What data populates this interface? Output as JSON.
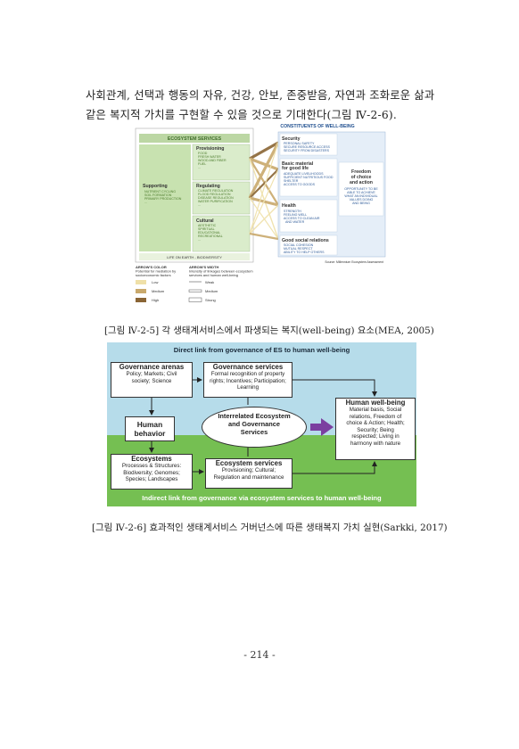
{
  "paragraph": "사회관계, 선택과 행동의 자유, 건강, 안보, 존중받음, 자연과 조화로운 삶과 같은 복지적 가치를 구현할 수 있을 것으로 기대한다(그림 Ⅳ-2-6).",
  "figure1": {
    "title": "CONSTITUENTS OF WELL-BEING",
    "es_title": "ECOSYSTEM SERVICES",
    "supporting": {
      "title": "Supporting",
      "items": [
        "NUTRIENT CYCLING",
        "SOIL FORMATION",
        "PRIMARY PRODUCTION",
        "..."
      ]
    },
    "provisioning": {
      "title": "Provisioning",
      "items": [
        "FOOD",
        "FRESH WATER",
        "WOOD AND FIBER",
        "FUEL",
        "..."
      ]
    },
    "regulating": {
      "title": "Regulating",
      "items": [
        "CLIMATE REGULATION",
        "FLOOD REGULATION",
        "DISEASE REGULATION",
        "WATER PURIFICATION",
        "..."
      ]
    },
    "cultural": {
      "title": "Cultural",
      "items": [
        "AESTHETIC",
        "SPIRITUAL",
        "EDUCATIONAL",
        "RECREATIONAL",
        "..."
      ]
    },
    "life_on_earth": "LIFE ON EARTH - BIODIVERSITY",
    "security": {
      "title": "Security",
      "items": [
        "PERSONAL SAFETY",
        "SECURE RESOURCE ACCESS",
        "SECURITY FROM DISASTERS"
      ]
    },
    "basic_material": {
      "title1": "Basic material",
      "title2": "for good life",
      "items": [
        "ADEQUATE LIVELIHOODS",
        "SUFFICIENT NUTRITIOUS FOOD",
        "SHELTER",
        "ACCESS TO GOODS"
      ]
    },
    "health": {
      "title": "Health",
      "items": [
        "STRENGTH",
        "FEELING WELL",
        "ACCESS TO CLEAN AIR",
        "AND WATER"
      ]
    },
    "social": {
      "title": "Good social relations",
      "items": [
        "SOCIAL COHESION",
        "MUTUAL RESPECT",
        "ABILITY TO HELP OTHERS"
      ]
    },
    "freedom": {
      "title": [
        "Freedom",
        "of choice",
        "and action"
      ],
      "text": [
        "OPPORTUNITY TO BE",
        "ABLE TO ACHIEVE",
        "WHAT AN INDIVIDUAL",
        "VALUES DOING",
        "AND BEING"
      ]
    },
    "source": "Source: Millennium Ecosystem Assessment",
    "legend": {
      "color_title": "ARROW'S COLOR",
      "color_desc": [
        "Potential for mediation by",
        "socioeconomic factors"
      ],
      "width_title": "ARROW'S WIDTH",
      "width_desc": [
        "Intensity of linkages between ecosystem",
        "services and human well-being"
      ],
      "color_levels": [
        "Low",
        "Medium",
        "High"
      ],
      "width_levels": [
        "Weak",
        "Medium",
        "Strong"
      ],
      "colors": [
        "#efe0a8",
        "#c9a96c",
        "#8a6535"
      ]
    }
  },
  "caption1": "[그림 Ⅳ-2-5] 각 생태계서비스에서 파생되는 복지(well-being) 요소(MEA, 2005)",
  "figure2": {
    "top_band": "Direct link from governance of ES to human well-being",
    "bottom_band": "Indirect link from governance via ecosystem services to human well-being",
    "governance_arenas": {
      "title": "Governance arenas",
      "lines": [
        "Policy; Markets; Civil",
        "society; Science"
      ]
    },
    "governance_services": {
      "title": "Governance services",
      "lines": [
        "Formal recognition of property",
        "rights; Incentives; Participation;",
        "Learning"
      ]
    },
    "human_behavior": {
      "lines": [
        "Human",
        "behavior"
      ]
    },
    "interrelated": {
      "lines": [
        "Interrelated Ecosystem",
        "and Governance",
        "Services"
      ]
    },
    "ecosystems": {
      "title": "Ecosystems",
      "lines": [
        "Processes & Structures:",
        "Biodiversity; Genomes;",
        "Species; Landscapes"
      ]
    },
    "ecosystem_services": {
      "title": "Ecosystem services",
      "lines": [
        "Provisioning; Cultural;",
        "Regulation and maintenance"
      ]
    },
    "human_wellbeing": {
      "title": "Human well-being",
      "lines": [
        "Material basis, Social",
        "relations, Freedom of",
        "choice & Action; Health;",
        "Security; Being",
        "respected; Living in",
        "harmony with nature"
      ]
    },
    "arrow_color": "#7b3fa0"
  },
  "caption2": "[그림 Ⅳ-2-6] 효과적인 생태계서비스 거버넌스에 따른 생태복지 가치 실현(Sarkki, 2017)",
  "page_number": "- 214 -"
}
